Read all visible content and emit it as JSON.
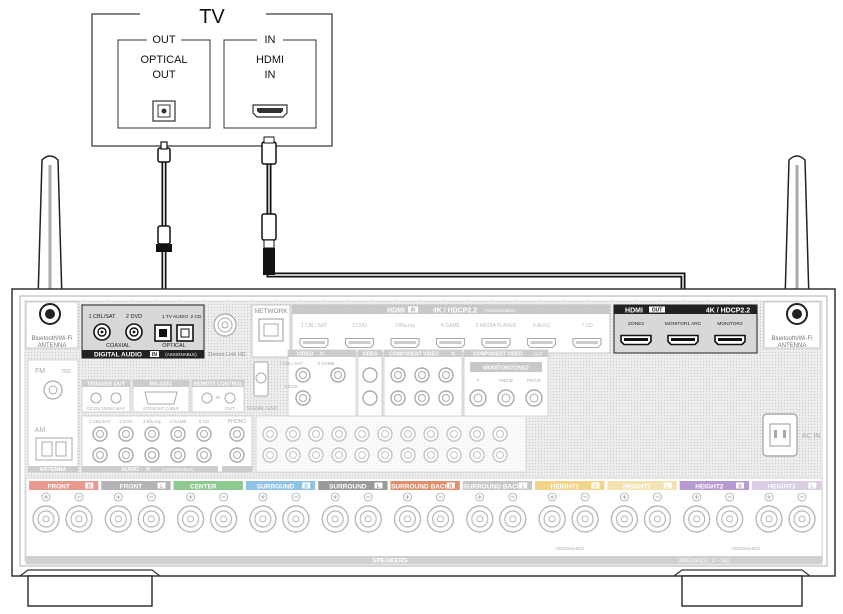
{
  "tv": {
    "title": "TV",
    "out_header": "OUT",
    "out_label_1": "OPTICAL",
    "out_label_2": "OUT",
    "in_header": "IN",
    "in_label_1": "HDMI",
    "in_label_2": "IN"
  },
  "receiver": {
    "antenna_left": [
      "Bluetooth/Wi-Fi",
      "ANTENNA"
    ],
    "antenna_right": [
      "Bluetooth/Wi-Fi",
      "ANTENNA"
    ],
    "digital_audio": {
      "coax_1": "1 CBL/SAT",
      "coax_2": "2 DVD",
      "coax_label": "COAXIAL",
      "optical_1": "1 TV AUDIO",
      "optical_2": "2 CD",
      "optical_label": "OPTICAL",
      "title": "DIGITAL AUDIO",
      "in_tag": "IN",
      "assignable": "(ASSIGNABLE)"
    },
    "denon_link": "Denon Link HD",
    "network": "NETWORK",
    "hdmi_in": {
      "title": "HDMI",
      "in_tag": "IN",
      "spec": "4K / HDCP2.2",
      "assignable": "(ASSIGNABLE)",
      "ports": [
        "1 CBL/ SAT",
        "2 DVD",
        "3 Blu-ray",
        "4 GAME",
        "5 MEDIA PLAYER",
        "6 AUX2",
        "7 CD"
      ]
    },
    "hdmi_out": {
      "title": "HDMI",
      "out_tag": "OUT",
      "spec": "4K / HDCP2.2",
      "ports": [
        "ZONE2",
        "MONITOR1 ARC",
        "MONITOR2"
      ]
    },
    "trigger_out": "TRIGGER OUT",
    "trigger_sub": "DC12V 150mA MAX",
    "rs232c": "RS-232C",
    "rs232c_sub": "STRAIGHT CABLE",
    "remote_control": "REMOTE CONTROL",
    "remote_in": "IN",
    "remote_out": "OUT",
    "signal_gnd": "SIGNAL GND",
    "fm": "FM",
    "fm_ohm": "75Ω",
    "am": "AM",
    "antenna": "ANTENNA",
    "audio_in": {
      "ports": [
        "1 CBL/SAT",
        "2 DVD",
        "3 Blu-ray",
        "4 GAME",
        "5 CD"
      ],
      "title": "AUDIO",
      "in_tag": "IN",
      "assignable": "(ASSIGNABLE)",
      "phono": "PHONO"
    },
    "video_in": {
      "title": "VIDEO",
      "in_tag": "IN",
      "assignable": "(ASSIGNABLE)",
      "ports": [
        "1 CBL/ SAT",
        "2 DVD",
        "3 GAME"
      ]
    },
    "video_out": "VIDEO",
    "video_out_tag": "OUT",
    "component_in": "COMPONENT VIDEO",
    "component_in_tag": "IN",
    "component_out": "COMPONENT VIDEO",
    "component_out_tag": "OUT",
    "monitor_zone2": "MONITOR/ZONE2",
    "component_jacks": [
      "Y",
      "PB/CB",
      "PR/CR"
    ],
    "monitor": "MONITOR",
    "zone2": "ZONE2",
    "ac_in": "AC IN",
    "speakers_title": "SPEAKERS",
    "impedance": "IMPEDANCE : 4 ~ 16Ω",
    "assignable_small": "ASSIGNABLE"
  },
  "speakers": [
    {
      "label": "FRONT",
      "side": "R",
      "color": "#e89a8e"
    },
    {
      "label": "FRONT",
      "side": "L",
      "color": "#b4b4b4"
    },
    {
      "label": "CENTER",
      "side": "",
      "color": "#8ec98e"
    },
    {
      "label": "SURROUND",
      "side": "R",
      "color": "#8ec3e6"
    },
    {
      "label": "SURROUND",
      "side": "L",
      "color": "#9a9a9a"
    },
    {
      "label": "SURROUND BACK",
      "side": "R",
      "color": "#e08e6e"
    },
    {
      "label": "SURROUND BACK",
      "side": "L",
      "color": "#c8c8c8"
    },
    {
      "label": "HEIGHT1",
      "side": "R",
      "color": "#f2d58a"
    },
    {
      "label": "HEIGHT1",
      "side": "L",
      "color": "#f4e2b0"
    },
    {
      "label": "HEIGHT2",
      "side": "R",
      "color": "#b89ad2"
    },
    {
      "label": "HEIGHT2",
      "side": "L",
      "color": "#d8cde2"
    }
  ],
  "colors": {
    "panel_border": "#444444",
    "jack_gray": "#d9d9d9",
    "highlight_bg": "#d8d8d8",
    "highlight_dark": "#222222",
    "cable": "#111111"
  }
}
